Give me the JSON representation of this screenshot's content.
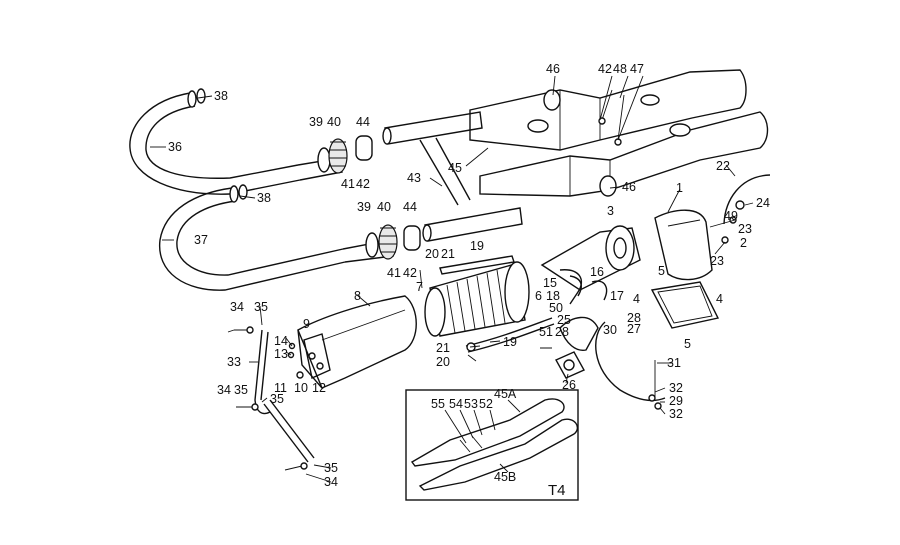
{
  "diagram": {
    "type": "exploded parts diagram",
    "inset_title": "T4",
    "callouts": [
      {
        "id": "c46a",
        "text": "46"
      },
      {
        "id": "c42",
        "text": "42"
      },
      {
        "id": "c48",
        "text": "48"
      },
      {
        "id": "c47",
        "text": "47"
      },
      {
        "id": "c38a",
        "text": "38"
      },
      {
        "id": "c36",
        "text": "36"
      },
      {
        "id": "c39a",
        "text": "39"
      },
      {
        "id": "c40a",
        "text": "40"
      },
      {
        "id": "c44a",
        "text": "44"
      },
      {
        "id": "c41a",
        "text": "41"
      },
      {
        "id": "c42a",
        "text": "42"
      },
      {
        "id": "c43",
        "text": "43"
      },
      {
        "id": "c45",
        "text": "45"
      },
      {
        "id": "c22",
        "text": "22"
      },
      {
        "id": "c1",
        "text": "1"
      },
      {
        "id": "c46b",
        "text": "46"
      },
      {
        "id": "c3",
        "text": "3"
      },
      {
        "id": "c49",
        "text": "49"
      },
      {
        "id": "c24",
        "text": "24"
      },
      {
        "id": "c23a",
        "text": "23"
      },
      {
        "id": "c2",
        "text": "2"
      },
      {
        "id": "c23b",
        "text": "23"
      },
      {
        "id": "c38b",
        "text": "38"
      },
      {
        "id": "c37",
        "text": "37"
      },
      {
        "id": "c39b",
        "text": "39"
      },
      {
        "id": "c40b",
        "text": "40"
      },
      {
        "id": "c44b",
        "text": "44"
      },
      {
        "id": "c41b",
        "text": "41"
      },
      {
        "id": "c42b",
        "text": "42"
      },
      {
        "id": "c20a",
        "text": "20"
      },
      {
        "id": "c21a",
        "text": "21"
      },
      {
        "id": "c19a",
        "text": "19"
      },
      {
        "id": "c7",
        "text": "7"
      },
      {
        "id": "c6",
        "text": "6"
      },
      {
        "id": "c15",
        "text": "15"
      },
      {
        "id": "c16",
        "text": "16"
      },
      {
        "id": "c5a",
        "text": "5"
      },
      {
        "id": "c4a",
        "text": "4"
      },
      {
        "id": "c4b",
        "text": "4"
      },
      {
        "id": "c17",
        "text": "17"
      },
      {
        "id": "c18",
        "text": "18"
      },
      {
        "id": "c50",
        "text": "50"
      },
      {
        "id": "c25",
        "text": "25"
      },
      {
        "id": "c28a",
        "text": "28"
      },
      {
        "id": "c51",
        "text": "51"
      },
      {
        "id": "c28b",
        "text": "28"
      },
      {
        "id": "c27",
        "text": "27"
      },
      {
        "id": "c30",
        "text": "30"
      },
      {
        "id": "c5b",
        "text": "5"
      },
      {
        "id": "c8",
        "text": "8"
      },
      {
        "id": "c34a",
        "text": "34"
      },
      {
        "id": "c35a",
        "text": "35"
      },
      {
        "id": "c9",
        "text": "9"
      },
      {
        "id": "c14",
        "text": "14"
      },
      {
        "id": "c13",
        "text": "13"
      },
      {
        "id": "c33",
        "text": "33"
      },
      {
        "id": "c10",
        "text": "10"
      },
      {
        "id": "c12",
        "text": "12"
      },
      {
        "id": "c11",
        "text": "11"
      },
      {
        "id": "c34b",
        "text": "34"
      },
      {
        "id": "c35b",
        "text": "35"
      },
      {
        "id": "c35c",
        "text": "35"
      },
      {
        "id": "c21b",
        "text": "21"
      },
      {
        "id": "c20b",
        "text": "20"
      },
      {
        "id": "c19b",
        "text": "19"
      },
      {
        "id": "c26",
        "text": "26"
      },
      {
        "id": "c31",
        "text": "31"
      },
      {
        "id": "c32a",
        "text": "32"
      },
      {
        "id": "c29",
        "text": "29"
      },
      {
        "id": "c32b",
        "text": "32"
      },
      {
        "id": "c55",
        "text": "55"
      },
      {
        "id": "c54",
        "text": "54"
      },
      {
        "id": "c53",
        "text": "53"
      },
      {
        "id": "c52",
        "text": "52"
      },
      {
        "id": "c45A",
        "text": "45A"
      },
      {
        "id": "c45B",
        "text": "45B"
      },
      {
        "id": "c35d",
        "text": "35"
      },
      {
        "id": "c34c",
        "text": "34"
      }
    ]
  }
}
